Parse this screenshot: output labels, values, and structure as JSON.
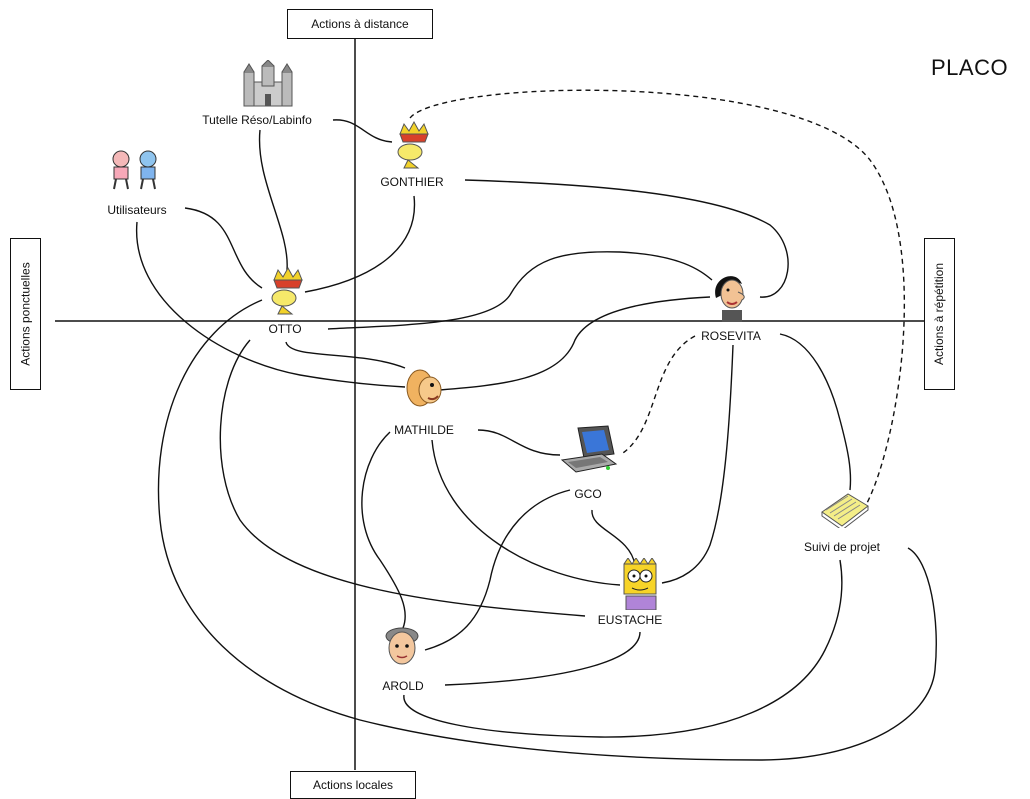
{
  "title": "PLACO",
  "axes": {
    "top": "Actions à distance",
    "bottom": "Actions locales",
    "left": "Actions ponctuelles",
    "right": "Actions à répétition"
  },
  "nodes": {
    "tutelle": "Tutelle Réso/Labinfo",
    "utilisateurs": "Utilisateurs",
    "gonthier": "GONTHIER",
    "otto": "OTTO",
    "rosevita": "ROSEVITA",
    "mathilde": "MATHILDE",
    "gco": "GCO",
    "eustache": "EUSTACHE",
    "suivi": "Suivi de projet",
    "arold": "AROLD"
  },
  "icons": {
    "tutelle": "castle-icon",
    "utilisateurs": "people-icon",
    "gonthier": "king-icon",
    "otto": "king-icon",
    "rosevita": "woman-face-icon",
    "mathilde": "face-icon",
    "gco": "laptop-icon",
    "eustache": "boy-face-icon",
    "suivi": "documents-icon",
    "arold": "man-face-icon"
  }
}
